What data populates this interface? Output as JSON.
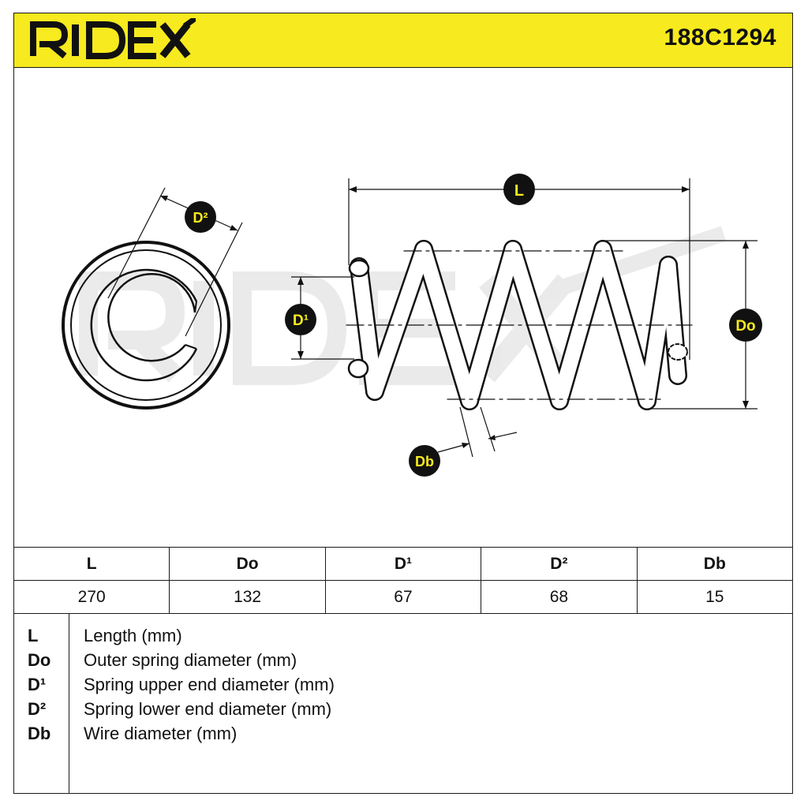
{
  "header": {
    "brand": "RIDEX",
    "part_number": "188C1294",
    "background_color": "#f7ea1e"
  },
  "diagram": {
    "watermark": "RIDEX",
    "badges": {
      "length": "L",
      "outer_diameter": "Do",
      "upper_diameter": "D¹",
      "lower_diameter": "D²",
      "wire_diameter": "Db"
    },
    "badge_color": "#f7ea1e"
  },
  "table": {
    "headers": [
      "L",
      "Do",
      "D¹",
      "D²",
      "Db"
    ],
    "values": [
      "270",
      "132",
      "67",
      "68",
      "15"
    ]
  },
  "legend": [
    {
      "key": "L",
      "desc": "Length (mm)"
    },
    {
      "key": "Do",
      "desc": "Outer spring diameter (mm)"
    },
    {
      "key": "D¹",
      "desc": "Spring upper end diameter (mm)"
    },
    {
      "key": "D²",
      "desc": "Spring lower end diameter (mm)"
    },
    {
      "key": "Db",
      "desc": "Wire diameter (mm)"
    }
  ]
}
